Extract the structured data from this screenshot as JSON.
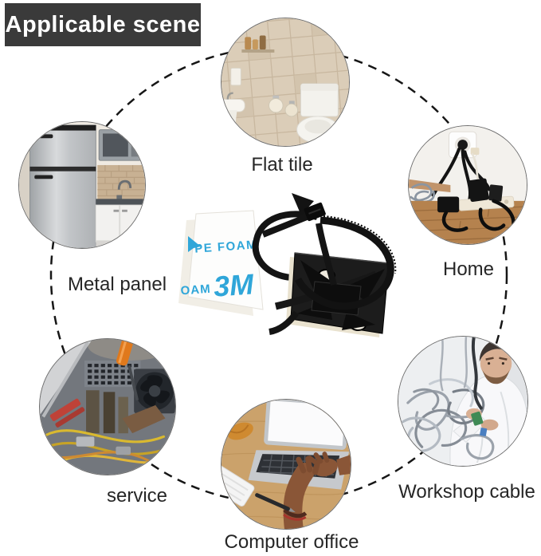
{
  "banner": {
    "label": "Applicable scene"
  },
  "scenes": [
    {
      "id": "flat-tile",
      "label": "Flat tile"
    },
    {
      "id": "metal-panel",
      "label": "Metal panel"
    },
    {
      "id": "home",
      "label": "Home"
    },
    {
      "id": "service",
      "label": "service"
    },
    {
      "id": "computer-office",
      "label": "Computer office"
    },
    {
      "id": "workshop-cable",
      "label": "Workshop cable"
    }
  ],
  "product": {
    "pad_print_line1": "PE FOAM",
    "pad_print_line2": "OAM",
    "pad_brand": "3M"
  },
  "colors": {
    "banner_bg": "#3a3a3a",
    "banner_text": "#ffffff",
    "label_text": "#262626",
    "dash_ring": "#161616",
    "pad_print_blue": "#2fa6d9",
    "tie_black": "#141414"
  }
}
